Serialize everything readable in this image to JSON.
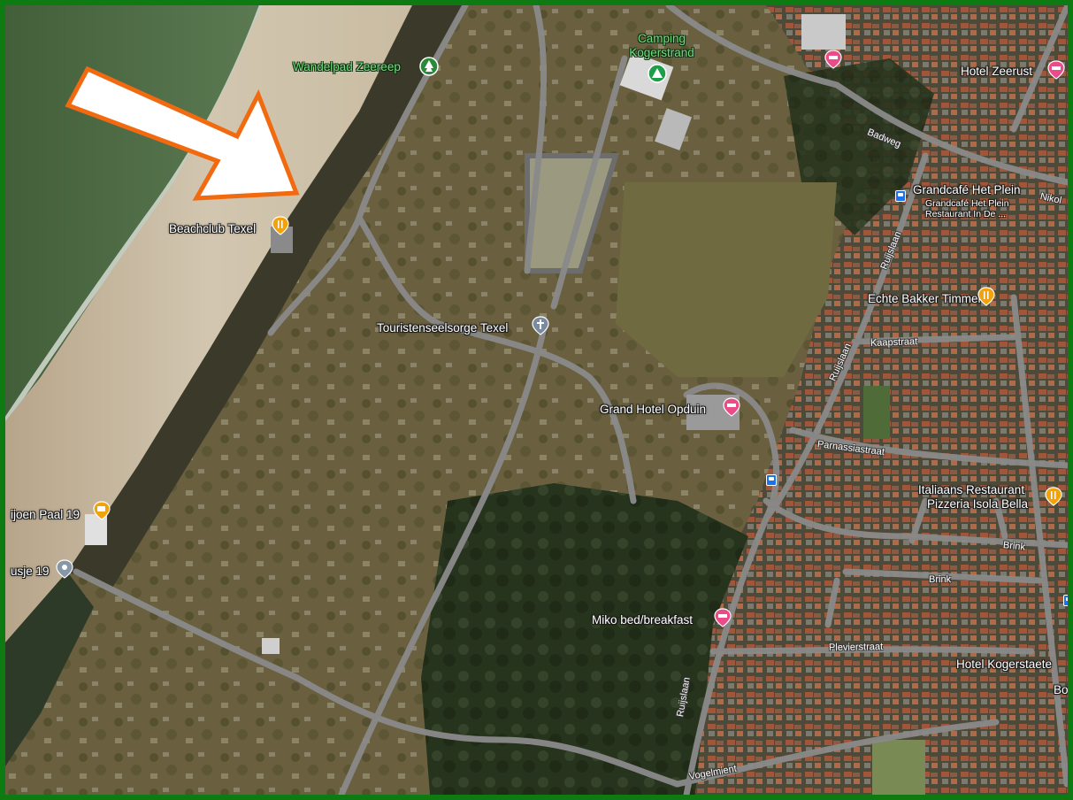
{
  "map": {
    "pois": {
      "camping": "Camping\nKogerstrand",
      "wandelpad": "Wandelpad Zeereep",
      "hotel_zeerust": "Hotel Zeerust",
      "beachclub": "Beachclub Texel",
      "grandcafe": "Grandcafé Het Plein",
      "grandcafe_sub1": "Grandcafé Het Plein",
      "grandcafe_sub2": "Restaurant In De ...",
      "echte_bakker": "Echte Bakker Timmer",
      "touristenseelsorge": "Touristenseelsorge Texel",
      "grand_hotel": "Grand Hotel Opduin",
      "paviljoen": "ijoen Paal 19",
      "huisje": "usje 19",
      "italiaans1": "Italiaans Restaurant",
      "italiaans2": "Pizzeria Isola Bella",
      "miko": "Miko bed/breakfast",
      "hotel_kogerstaete": "Hotel Kogerstaete",
      "bo": "Bo"
    },
    "roads": {
      "badweg": "Badweg",
      "nikol": "Nikol",
      "ruijslaan1": "Ruijslaan",
      "ruijslaan2": "Ruijslaan",
      "ruijslaan3": "Ruijslaan",
      "kaapstraat": "Kaapstraat",
      "parnassia": "Parnassiastraat",
      "brink1": "Brink",
      "brink2": "Brink",
      "plevier": "Plevierstraat",
      "vogelmient": "Vogelmient"
    },
    "colors": {
      "sea": "#4e6b45",
      "beach": "#c7b8a0",
      "dune": "#6b6342",
      "forest": "#2c3a1f",
      "road": "#8a8a8a",
      "arrow_fill": "#ffffff",
      "arrow_stroke": "#f26a10",
      "food_pin": "#f2a20c",
      "hotel_pin": "#ea4c89",
      "frame": "#0d7a12"
    },
    "annotation": "arrow-pointing-to-beach"
  }
}
